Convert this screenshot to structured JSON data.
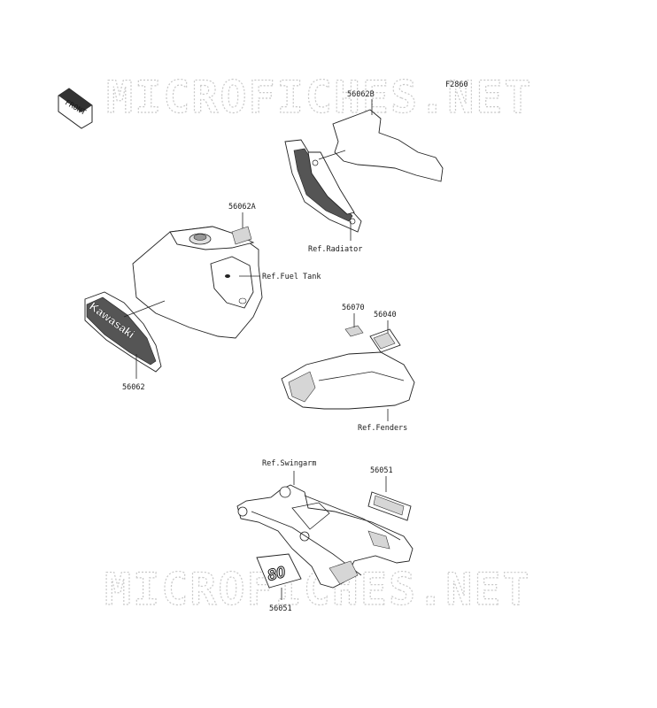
{
  "figure_id": "F2860",
  "watermark": "MICROFICHES.NET",
  "front_arrow": "FRONT",
  "labels": {
    "p56062B": "56062B",
    "p56062A": "56062A",
    "p56062": "56062",
    "p56070": "56070",
    "p56040": "56040",
    "p56051_top": "56051",
    "p56051_bottom": "56051",
    "ref_radiator": "Ref.Radiator",
    "ref_fuel_tank": "Ref.Fuel Tank",
    "ref_fenders": "Ref.Fenders",
    "ref_swingarm": "Ref.Swingarm"
  },
  "decals": {
    "shroud_brand": "Kawasaki",
    "swingarm_model": "80"
  }
}
